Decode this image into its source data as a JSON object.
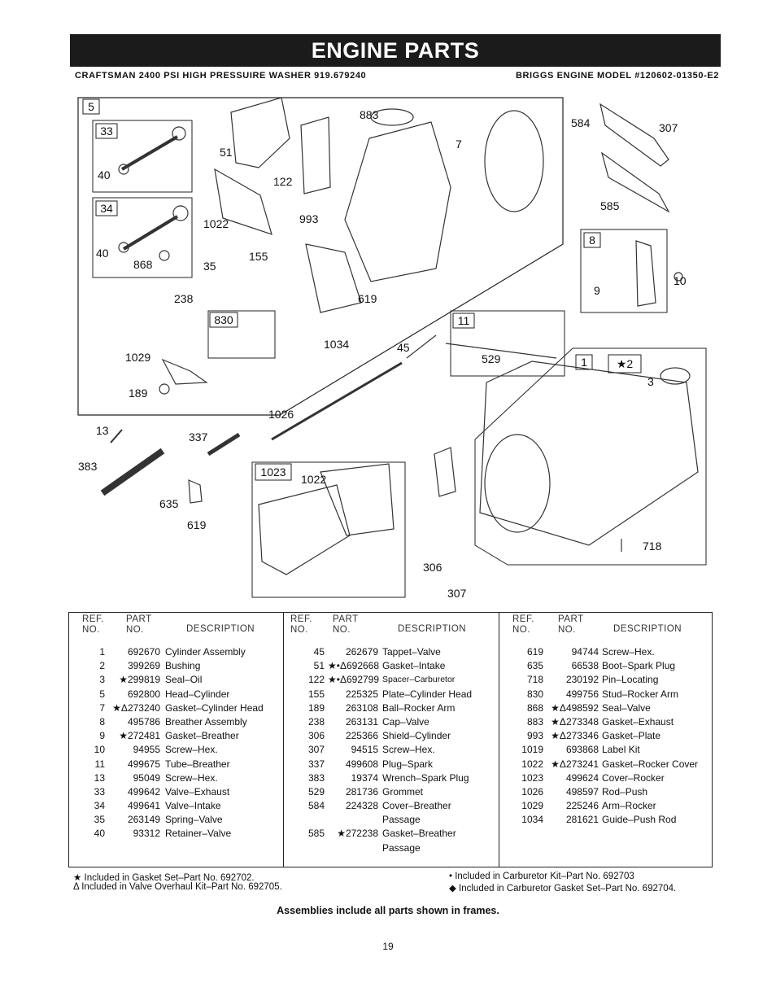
{
  "header": {
    "title": "ENGINE PARTS",
    "subtitle_left": "CRAFTSMAN 2400 PSI HIGH PRESSUIRE WASHER 919.679240",
    "subtitle_right": "BRIGGS ENGINE MODEL #120602-01350-E2"
  },
  "diagram": {
    "boxed_labels": [
      "5",
      "33",
      "34",
      "830",
      "11",
      "8",
      "1",
      "★2",
      "1023"
    ],
    "callouts": [
      "40",
      "40",
      "868",
      "51",
      "122",
      "1022",
      "993",
      "883",
      "7",
      "584",
      "307",
      "585",
      "35",
      "155",
      "238",
      "619",
      "1034",
      "45",
      "529",
      "10",
      "9",
      "1029",
      "189",
      "3",
      "1026",
      "13",
      "337",
      "383",
      "635",
      "619",
      "1022",
      "306",
      "307",
      "718"
    ]
  },
  "table": {
    "headers": {
      "ref": "REF.\nNO.",
      "part": "PART\nNO.",
      "desc": "DESCRIPTION"
    },
    "columns": [
      [
        {
          "ref": "1",
          "part": "692670",
          "desc": "Cylinder Assembly"
        },
        {
          "ref": "2",
          "part": "399269",
          "desc": "Bushing"
        },
        {
          "ref": "3",
          "part": "★299819",
          "desc": "Seal–Oil"
        },
        {
          "ref": "5",
          "part": "692800",
          "desc": "Head–Cylinder"
        },
        {
          "ref": "7",
          "part": "★Δ273240",
          "desc": "Gasket–Cylinder Head"
        },
        {
          "ref": "8",
          "part": "495786",
          "desc": "Breather Assembly"
        },
        {
          "ref": "9",
          "part": "★272481",
          "desc": "Gasket–Breather"
        },
        {
          "ref": "10",
          "part": "94955",
          "desc": "Screw–Hex."
        },
        {
          "ref": "11",
          "part": "499675",
          "desc": "Tube–Breather"
        },
        {
          "ref": "13",
          "part": "95049",
          "desc": "Screw–Hex."
        },
        {
          "ref": "33",
          "part": "499642",
          "desc": "Valve–Exhaust"
        },
        {
          "ref": "34",
          "part": "499641",
          "desc": "Valve–Intake"
        },
        {
          "ref": "35",
          "part": "263149",
          "desc": "Spring–Valve"
        },
        {
          "ref": "40",
          "part": "93312",
          "desc": "Retainer–Valve"
        }
      ],
      [
        {
          "ref": "45",
          "part": "262679",
          "desc": "Tappet–Valve"
        },
        {
          "ref": "51",
          "part": "★•Δ692668",
          "desc": "Gasket–Intake"
        },
        {
          "ref": "122",
          "part": "★•Δ692799",
          "desc": "Spacer–Carburetor",
          "small": true
        },
        {
          "ref": "155",
          "part": "225325",
          "desc": "Plate–Cylinder Head"
        },
        {
          "ref": "189",
          "part": "263108",
          "desc": "Ball–Rocker Arm"
        },
        {
          "ref": "238",
          "part": "263131",
          "desc": "Cap–Valve"
        },
        {
          "ref": "306",
          "part": "225366",
          "desc": "Shield–Cylinder"
        },
        {
          "ref": "307",
          "part": "94515",
          "desc": "Screw–Hex."
        },
        {
          "ref": "337",
          "part": "499608",
          "desc": "Plug–Spark"
        },
        {
          "ref": "383",
          "part": "19374",
          "desc": "Wrench–Spark Plug"
        },
        {
          "ref": "529",
          "part": "281736",
          "desc": "Grommet"
        },
        {
          "ref": "584",
          "part": "224328",
          "desc": "Cover–Breather"
        },
        {
          "ref": "",
          "part": "",
          "desc": "Passage"
        },
        {
          "ref": "585",
          "part": "★272238",
          "desc": "Gasket–Breather"
        },
        {
          "ref": "",
          "part": "",
          "desc": "Passage"
        }
      ],
      [
        {
          "ref": "619",
          "part": "94744",
          "desc": "Screw–Hex."
        },
        {
          "ref": "635",
          "part": "66538",
          "desc": "Boot–Spark Plug"
        },
        {
          "ref": "718",
          "part": "230192",
          "desc": "Pin–Locating"
        },
        {
          "ref": "830",
          "part": "499756",
          "desc": "Stud–Rocker Arm"
        },
        {
          "ref": "868",
          "part": "★Δ498592",
          "desc": "Seal–Valve"
        },
        {
          "ref": "883",
          "part": "★Δ273348",
          "desc": "Gasket–Exhaust"
        },
        {
          "ref": "993",
          "part": "★Δ273346",
          "desc": "Gasket–Plate"
        },
        {
          "ref": "1019",
          "part": "693868",
          "desc": "Label Kit"
        },
        {
          "ref": "1022",
          "part": "★Δ273241",
          "desc": "Gasket–Rocker Cover"
        },
        {
          "ref": "1023",
          "part": "499624",
          "desc": "Cover–Rocker"
        },
        {
          "ref": "1026",
          "part": "498597",
          "desc": "Rod–Push"
        },
        {
          "ref": "1029",
          "part": "225246",
          "desc": "Arm–Rocker"
        },
        {
          "ref": "1034",
          "part": "281621",
          "desc": "Guide–Push Rod"
        }
      ]
    ]
  },
  "footnotes": {
    "star": "★  Included in Gasket Set–Part No. 692702.",
    "delta": "Δ  Included in Valve Overhaul Kit–Part No. 692705.",
    "dot": "•  Included in Carburetor Kit–Part No. 692703",
    "diamond": "◆  Included in Carburetor Gasket Set–Part No. 692704."
  },
  "note": "Assemblies include all parts shown in frames.",
  "page_number": "19"
}
